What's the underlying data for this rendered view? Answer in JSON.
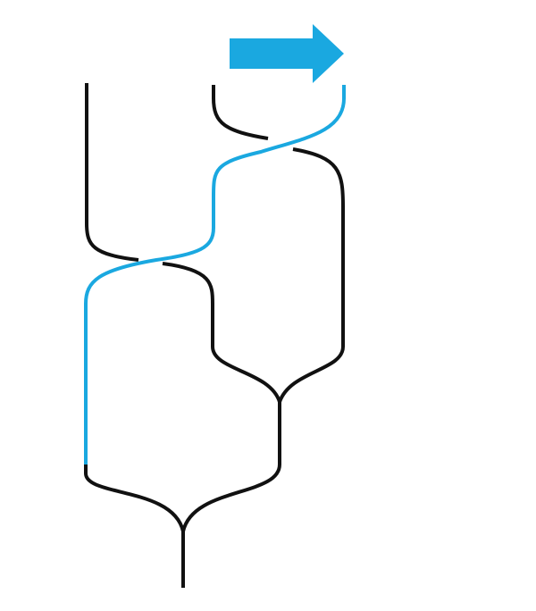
{
  "colors": {
    "highlight": "#1aa8e0",
    "strand": "#111111",
    "background": "#ffffff"
  },
  "diagram": {
    "icons": [
      "right-arrow-icon"
    ],
    "strands": [
      "left-strand",
      "middle-strand",
      "highlighted-strand"
    ],
    "junctions": [
      "upper-junction",
      "lower-junction"
    ]
  }
}
